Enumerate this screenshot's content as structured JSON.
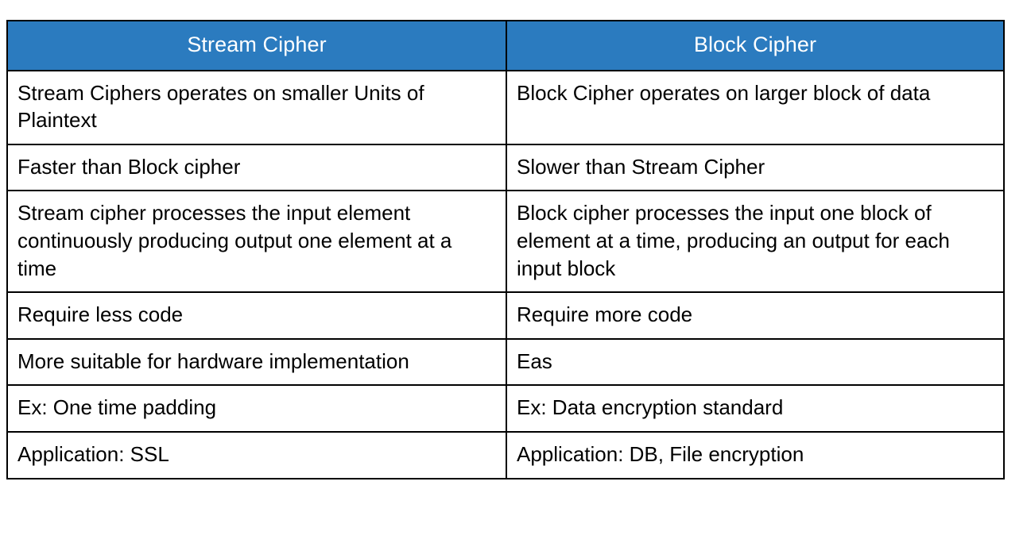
{
  "document": {
    "type": "comparison-table",
    "background_color": "#ffffff",
    "accent_color": "#2b7bbf",
    "border_color": "#000000",
    "header_text_color": "#ffffff",
    "body_text_color": "#000000"
  },
  "table": {
    "headers": [
      "Stream Cipher",
      "Block Cipher"
    ],
    "rows": [
      {
        "left": "Stream Ciphers operates on smaller Units of Plaintext",
        "right": "Block Cipher operates on larger block of data"
      },
      {
        "left": "Faster than Block cipher",
        "right": "Slower than Stream Cipher"
      },
      {
        "left": "Stream cipher processes the input element continuously producing output one element at a time",
        "right": "Block cipher processes the input one block of element at a time, producing an output for each input block"
      },
      {
        "left": "Require less code",
        "right": "Require more code"
      },
      {
        "left": "More suitable for hardware implementation",
        "right": "Eas"
      },
      {
        "left": "Ex: One time padding",
        "right": "Ex: Data encryption standard"
      },
      {
        "left": "Application: SSL",
        "right": "Application: DB, File encryption"
      }
    ]
  }
}
